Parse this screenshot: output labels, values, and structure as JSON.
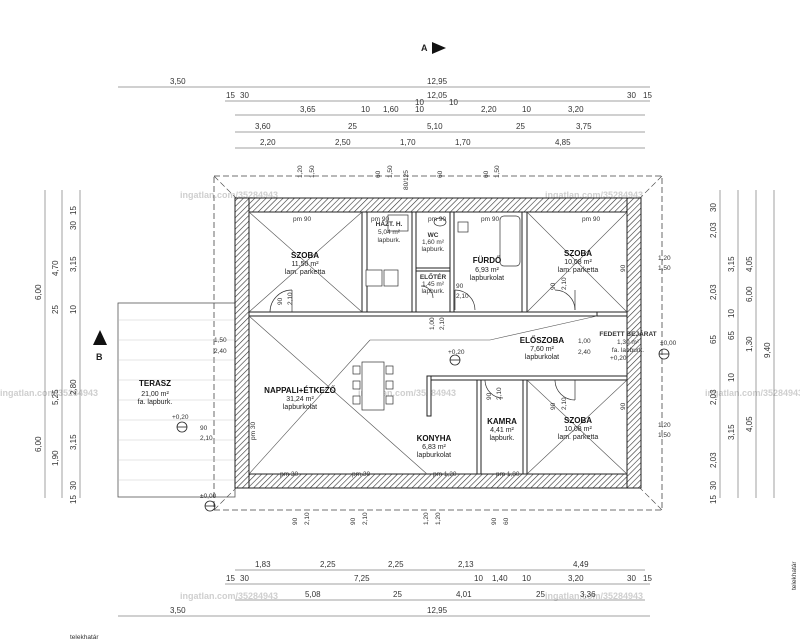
{
  "north_marker": "A",
  "section_marker": "B",
  "top_dims": {
    "row1": [
      "3,50",
      "12,95"
    ],
    "row2": [
      "15",
      "30",
      "12,05",
      "30",
      "15"
    ],
    "row3": [
      "10",
      "10"
    ],
    "row4": [
      "3,65",
      "10",
      "1,60",
      "10",
      "2,20",
      "10",
      "3,20"
    ],
    "row5": [
      "3,60",
      "25",
      "5,10",
      "25",
      "3,75"
    ],
    "row6": [
      "2,20",
      "2,50",
      "1,70",
      "1,70",
      "4,85"
    ]
  },
  "bottom_dims": {
    "row1": [
      "1,83",
      "2,25",
      "2,25",
      "2,13",
      "4,49"
    ],
    "row2": [
      "15",
      "30",
      "7,25",
      "10",
      "1,40",
      "10",
      "3,20",
      "30",
      "15"
    ],
    "row3": [
      "5,08",
      "25",
      "4,01",
      "25",
      "3,36"
    ],
    "row4": [
      "3,50",
      "12,95"
    ]
  },
  "left_dims": {
    "outer": [
      "6,00",
      "6,00"
    ],
    "mid": [
      "4,70",
      "25",
      "5,25",
      "1,90"
    ],
    "inner": [
      "15",
      "30",
      "3,15",
      "10",
      "2,80",
      "3,15",
      "30",
      "15"
    ]
  },
  "right_dims": {
    "a": [
      "30",
      "2,03",
      "2,03",
      "65",
      "2,03",
      "2,03",
      "30",
      "15"
    ],
    "b": [
      "3,15",
      "10",
      "65",
      "10",
      "3,15"
    ],
    "c": [
      "4,05",
      "6,00",
      "1,30",
      "4,05"
    ],
    "d": [
      "9,40"
    ]
  },
  "openings": {
    "pm90_top": "pm 90",
    "pm90": "pm 90",
    "pm30": "pm 30",
    "pm120": "pm 1,20",
    "pm180": "pm 1,80",
    "v90": "90",
    "v120": "1,20",
    "v150": "1,50",
    "v210": "2,10",
    "v240": "2,40",
    "v60": "60",
    "v100": "1,00",
    "v80": "80/125"
  },
  "levels": {
    "pl_inner": "+0,20",
    "pl_terrace": "+0,20",
    "pl_ground": "±0,00",
    "pl_right": "±0,00",
    "pl_entry": "+0,20"
  },
  "rooms": {
    "szoba1": {
      "name": "SZOBA",
      "area": "11,50 m²",
      "floor": "lam. parketta"
    },
    "hazt": {
      "name": "HÁZT. H.",
      "area": "5,04 m²",
      "floor": "lapburk."
    },
    "wc": {
      "name": "WC",
      "area": "1,60 m²",
      "floor": "lapburk."
    },
    "eloter": {
      "name": "ELŐTÉR",
      "area": "1,45 m²",
      "floor": "lapburk."
    },
    "furdo": {
      "name": "FÜRDŐ",
      "area": "6,93 m²",
      "floor": "lapburkolat"
    },
    "szoba2": {
      "name": "SZOBA",
      "area": "10,08 m²",
      "floor": "lam. parketta"
    },
    "eloszoba": {
      "name": "ELŐSZOBA",
      "area": "7,60 m²",
      "floor": "lapburkolat"
    },
    "fedett": {
      "name": "FEDETT BEJÁRAT",
      "area": "1,30 m²",
      "floor": "fa. lapburk."
    },
    "nappali": {
      "name": "NAPPALI+ÉTKEZŐ",
      "area": "31,24 m²",
      "floor": "lapburkolat"
    },
    "kamra": {
      "name": "KAMRA",
      "area": "4,41 m²",
      "floor": "lapburk."
    },
    "szoba3": {
      "name": "SZOBA",
      "area": "10,08 m²",
      "floor": "lam. parketta"
    },
    "konyha": {
      "name": "KONYHA",
      "area": "6,83 m²",
      "floor": "lapburkolat"
    },
    "terasz": {
      "name": "TERASZ",
      "area": "21,00 m²",
      "floor": "fa. lapburk."
    }
  },
  "watermark": "ingatlan.com/35284943",
  "side_note": "telekhatár",
  "bottom_note": "telekhatár"
}
